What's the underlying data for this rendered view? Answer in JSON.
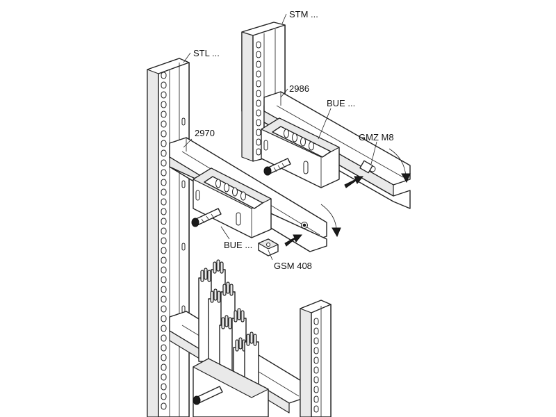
{
  "labels": {
    "stm": "STM ...",
    "stl": "STL ...",
    "p2986": "2986",
    "bue_top": "BUE ...",
    "gmz": "GMZ M8",
    "p2970": "2970",
    "bue_bottom": "BUE ...",
    "gsm": "GSM 408"
  }
}
